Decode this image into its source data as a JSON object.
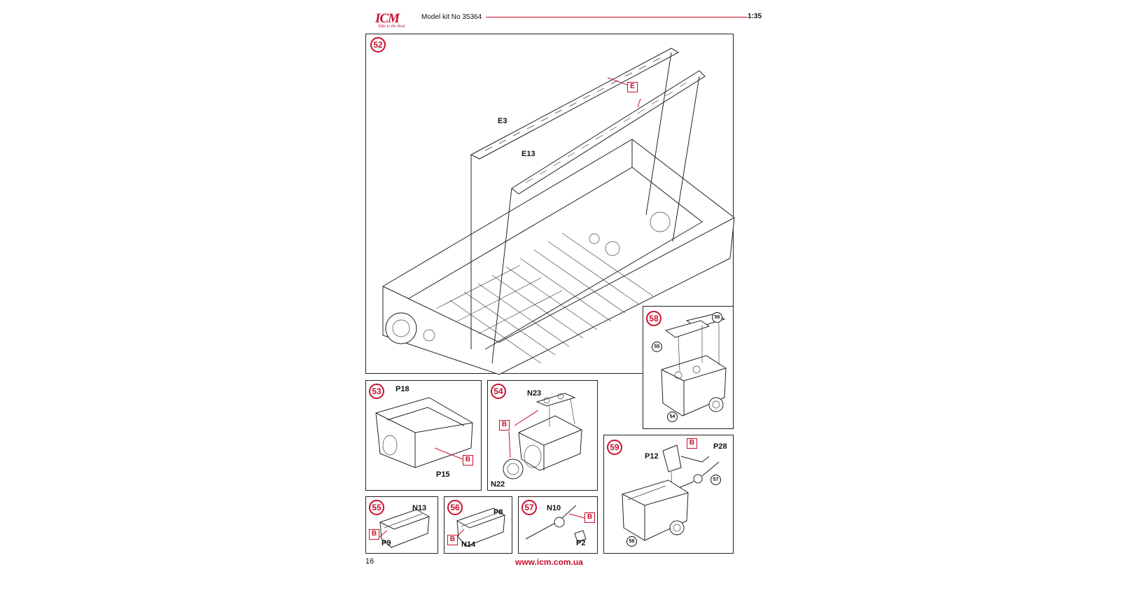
{
  "header": {
    "logo_text": "ICM",
    "logo_tagline": "Take to the Real",
    "kit_title": "Model kit No 35364",
    "scale": "1:35"
  },
  "steps": [
    {
      "number": "52",
      "labels": [
        "E3",
        "E13"
      ],
      "sprue": "E"
    },
    {
      "number": "53",
      "labels": [
        "P18",
        "P15"
      ],
      "sprue": "B"
    },
    {
      "number": "54",
      "labels": [
        "N23",
        "N22"
      ],
      "sprue": "B"
    },
    {
      "number": "55",
      "labels": [
        "N13",
        "P9"
      ],
      "sprue": "B"
    },
    {
      "number": "56",
      "labels": [
        "P8",
        "N14"
      ],
      "sprue": "B"
    },
    {
      "number": "57",
      "labels": [
        "N10",
        "P2"
      ],
      "sprue": "B"
    },
    {
      "number": "58",
      "refs": [
        "56",
        "55",
        "54"
      ]
    },
    {
      "number": "59",
      "labels": [
        "P12",
        "P28"
      ],
      "sprue": "B",
      "refs": [
        "57",
        "58"
      ]
    }
  ],
  "footer": {
    "page_number": "16",
    "url": "www.icm.com.ua"
  },
  "colors": {
    "accent": "#c8102e",
    "line": "#222222"
  }
}
